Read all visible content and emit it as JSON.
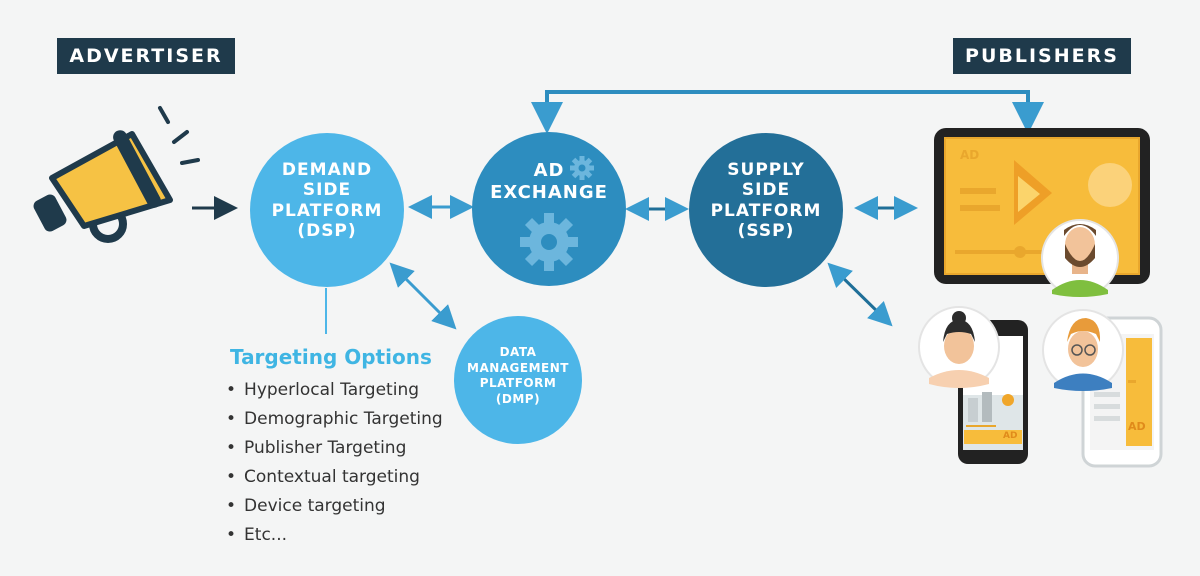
{
  "labels": {
    "advertiser": "ADVERTISER",
    "publishers": "PUBLISHERS"
  },
  "nodes": {
    "dsp": [
      "DEMAND",
      "SIDE",
      "PLATFORM",
      "(DSP)"
    ],
    "adx": [
      "AD",
      "EXCHANGE"
    ],
    "ssp": [
      "SUPPLY",
      "SIDE",
      "PLATFORM",
      "(SSP)"
    ],
    "dmp": [
      "DATA",
      "MANAGEMENT",
      "PLATFORM",
      "(DMP)"
    ]
  },
  "targeting": {
    "title": "Targeting Options",
    "items": [
      "Hyperlocal Targeting",
      "Demographic Targeting",
      "Publisher Targeting",
      "Contextual targeting",
      "Device targeting",
      "Etc..."
    ]
  },
  "devices": {
    "ad_label": "AD"
  },
  "colors": {
    "navy": "#1f3a4b",
    "light_blue": "#4db6e8",
    "mid_blue": "#2d8dbf",
    "dark_blue": "#236f98",
    "arrow_blue": "#3a9ccf",
    "megaphone_yellow": "#f6c244",
    "ad_orange": "#f2a92c"
  }
}
